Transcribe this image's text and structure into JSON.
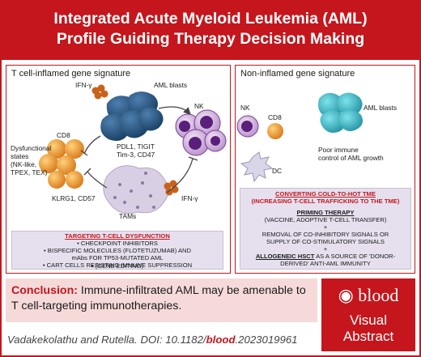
{
  "header": {
    "title_line1": "Integrated Acute Myeloid Leukemia (AML)",
    "title_line2": "Profile Guiding Therapy Decision Making"
  },
  "left_panel": {
    "title": "T cell-inflamed gene signature",
    "labels": {
      "ifn_top": "IFN-γ",
      "aml_blasts": "AML blasts",
      "nk": "NK",
      "cd8": "CD8",
      "dysfunctional_1": "Dysfunctional",
      "dysfunctional_2": "states",
      "dysfunctional_3": "(NK-like,",
      "dysfunctional_4": "TPEX, TEX)",
      "checkpoints_1": "PDL1, TIGIT",
      "checkpoints_2": "Tim-3, CD47",
      "klrg": "KLRG1, CD57",
      "tams": "TAMs",
      "ifn_bottom": "IFN-γ"
    },
    "box": {
      "heading": "TARGETING T-CELL DYSFUNCTION",
      "items": [
        "• CHECKPOINT INHIBITORS",
        "• BISPECIFIC MOLECULES (FLOTETUZUMAB) AND",
        "mAbs FOR TP53-MUTATED AML",
        "• CART CELLS RESISTING IMMUNE SUPPRESSION",
        "• (GENE EDITING)"
      ]
    }
  },
  "right_panel": {
    "title": "Non-inflamed gene signature",
    "labels": {
      "nk": "NK",
      "cd8": "CD8",
      "dc": "DC",
      "aml_blasts": "AML blasts",
      "poor_1": "Poor immune",
      "poor_2": "control of AML growth"
    },
    "box": {
      "heading1": "CONVERTING COLD-TO-HOT TME",
      "heading2": "(INCREASING T-CELL TRAFFICKING TO THE TME)",
      "priming": "PRIMING THERAPY",
      "priming_sub": "(VACCINE, ADOPTIVE T-CELL TRANSFER)",
      "plus1": "+",
      "removal1": "REMOVAL OF CO-INHIBITORY SIGNALS OR",
      "removal2": "SUPPLY OF CO-STIMULATORY SIGNALS",
      "plus2": "+",
      "hsct_label": "ALLOGENEIC HSCT",
      "hsct_rest": " AS A SOURCE OF 'DONOR-",
      "hsct2": "DERIVED' ANTI-AML IMMUNITY"
    }
  },
  "conclusion": {
    "label": "Conclusion:",
    "text": " Immune-infiltrated AML may be amenable to T cell-targeting immunotherapies."
  },
  "citation": {
    "authors": "Vadakekolathu and Rutella. DOI: 10.1182/",
    "journal": "blood",
    "doi_suffix": ".2023019961"
  },
  "brand": {
    "logo": "blood",
    "line1": "Visual",
    "line2": "Abstract"
  },
  "colors": {
    "brand_red": "#c4161c",
    "box_lavender": "#e6e0ee",
    "conclusion_pink": "#f6dada",
    "cell_blue": "#1f4f7a",
    "cell_orange": "#e08a1e",
    "cell_purple": "#6a2f8a"
  }
}
